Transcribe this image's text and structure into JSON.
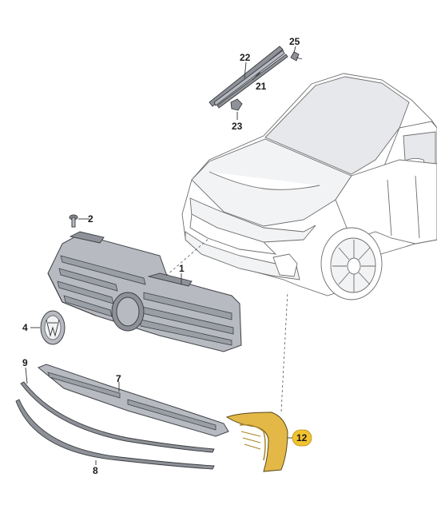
{
  "diagram": {
    "callouts": [
      {
        "id": "c1",
        "text": "1"
      },
      {
        "id": "c2",
        "text": "2"
      },
      {
        "id": "c4",
        "text": "4"
      },
      {
        "id": "c7",
        "text": "7"
      },
      {
        "id": "c8",
        "text": "8"
      },
      {
        "id": "c9",
        "text": "9"
      },
      {
        "id": "c12",
        "text": "12",
        "highlighted": true
      },
      {
        "id": "c21",
        "text": "21"
      },
      {
        "id": "c22",
        "text": "22"
      },
      {
        "id": "c23",
        "text": "23"
      },
      {
        "id": "c25",
        "text": "25"
      }
    ],
    "colors": {
      "highlight_badge": "#f2c230",
      "highlighted_part": "#e3b847",
      "part_gray": "#b7bac0",
      "line": "#333333"
    }
  }
}
